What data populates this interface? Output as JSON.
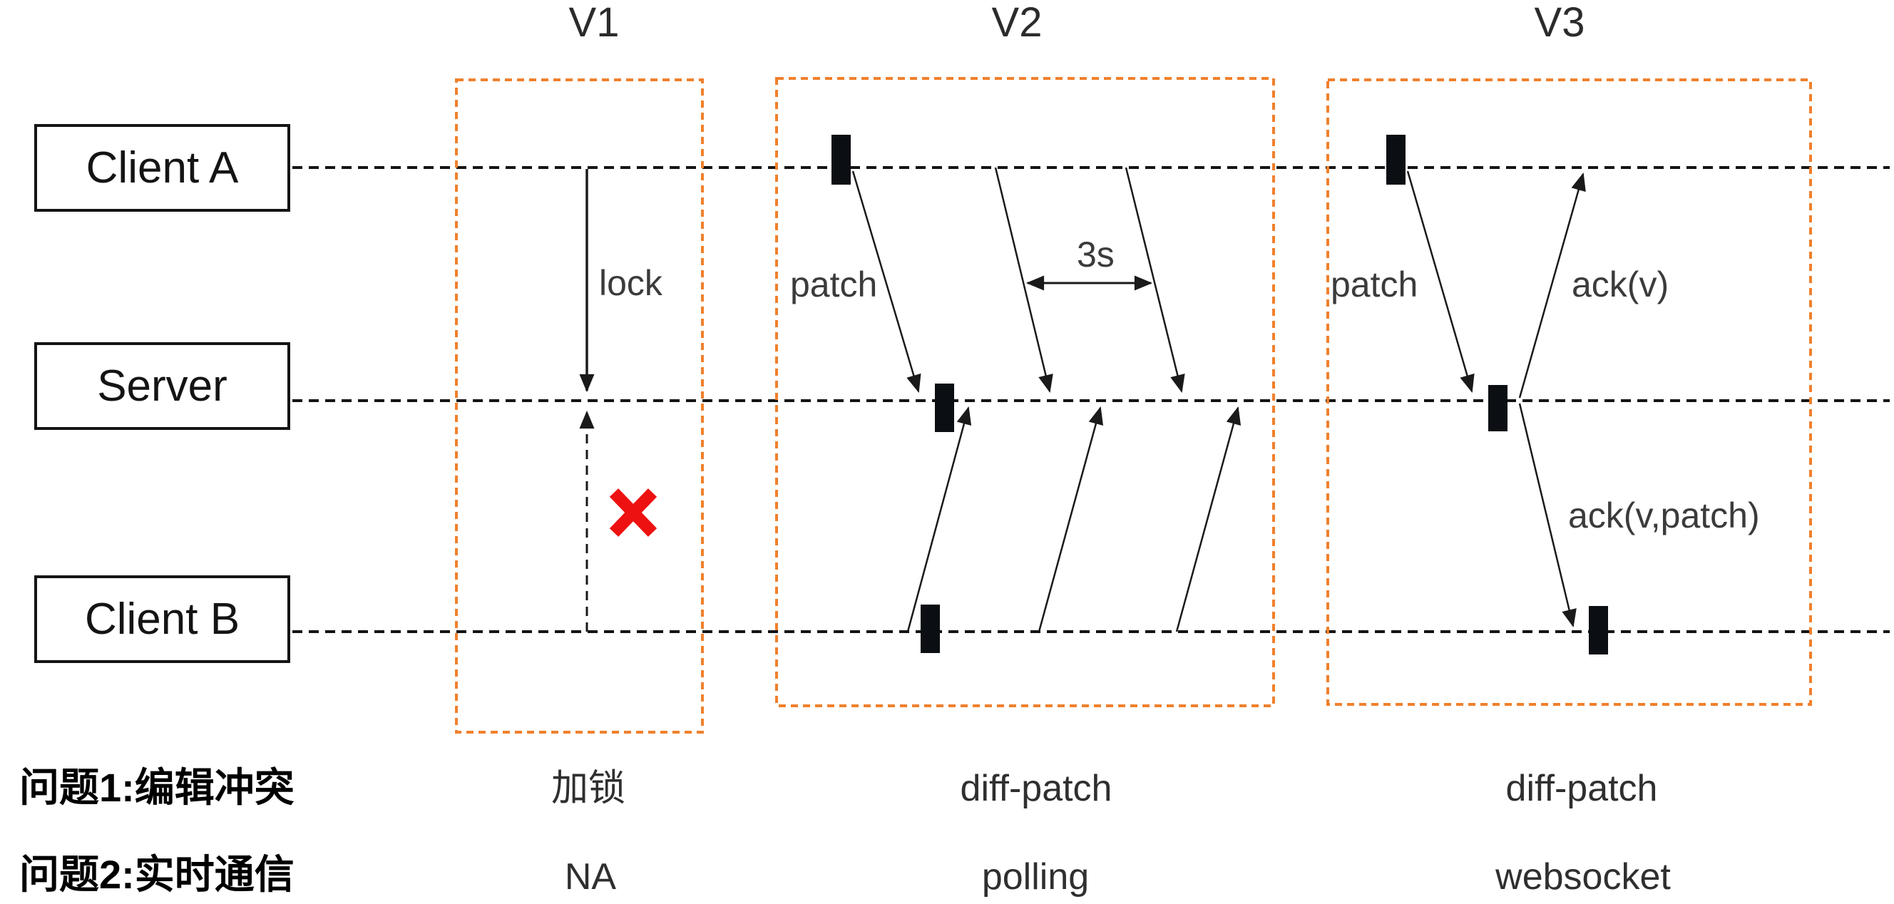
{
  "version_labels": {
    "v1": "V1",
    "v2": "V2",
    "v3": "V3"
  },
  "lifelines": {
    "client_a": "Client A",
    "server": "Server",
    "client_b": "Client B"
  },
  "messages": {
    "v1_lock": "lock",
    "v2_patch": "patch",
    "v2_poll_interval": "3s",
    "v3_patch": "patch",
    "v3_ack": "ack(v)",
    "v3_ack_patch": "ack(v,patch)"
  },
  "comparison_rows": [
    {
      "label": "问题1:编辑冲突",
      "v1": "加锁",
      "v2": "diff-patch",
      "v3": "diff-patch"
    },
    {
      "label": "问题2:实时通信",
      "v1": "NA",
      "v2": "polling",
      "v3": "websocket"
    }
  ],
  "colors": {
    "frame_orange": "#F0802C",
    "line_black": "#1A1A1A",
    "text_gray": "#3B3B3B",
    "reject_red": "#EE1111"
  }
}
